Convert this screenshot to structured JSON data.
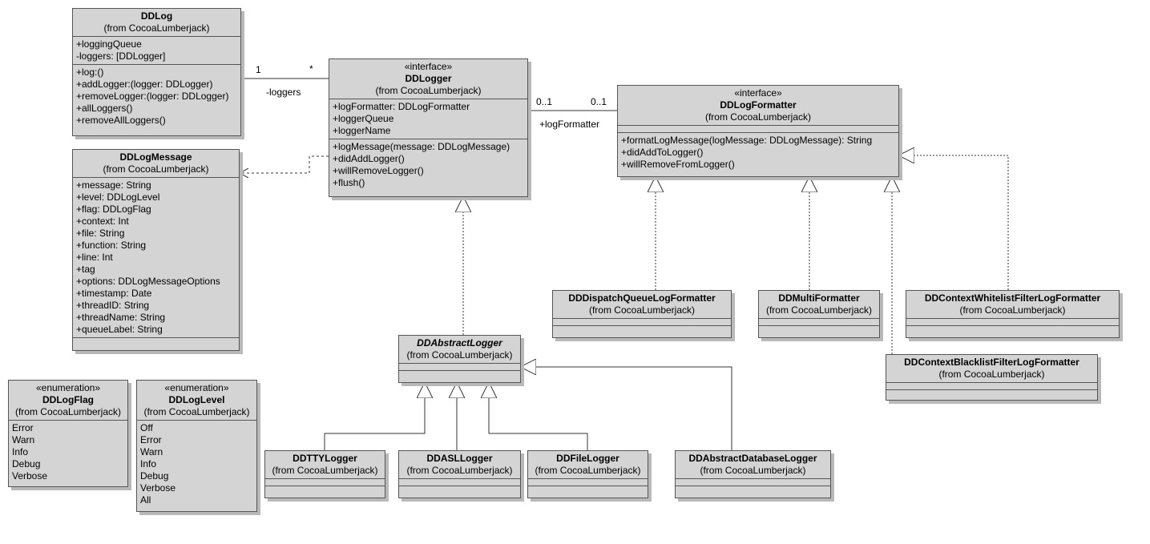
{
  "classes": {
    "ddlog": {
      "name": "DDLog",
      "from": "(from CocoaLumberjack)",
      "attributes": [
        "+loggingQueue",
        "-loggers: [DDLogger]"
      ],
      "operations": [
        "+log:()",
        "+addLogger:(logger: DDLogger)",
        "+removeLogger:(logger: DDLogger)",
        "+allLoggers()",
        "+removeAllLoggers()"
      ]
    },
    "ddlogger": {
      "stereotype": "«interface»",
      "name": "DDLogger",
      "from": "(from CocoaLumberjack)",
      "attributes": [
        "+logFormatter: DDLogFormatter",
        "+loggerQueue",
        "+loggerName"
      ],
      "operations": [
        "+logMessage(message: DDLogMessage)",
        "+didAddLogger()",
        "+willRemoveLogger()",
        "+flush()"
      ]
    },
    "ddlogformatter": {
      "stereotype": "«interface»",
      "name": "DDLogFormatter",
      "from": "(from CocoaLumberjack)",
      "operations": [
        "+formatLogMessage(logMessage: DDLogMessage): String",
        "+didAddToLogger()",
        "+willRemoveFromLogger()"
      ]
    },
    "ddlogmessage": {
      "name": "DDLogMessage",
      "from": "(from CocoaLumberjack)",
      "attributes": [
        "+message: String",
        "+level: DDLogLevel",
        "+flag: DDLogFlag",
        "+context: Int",
        "+file: String",
        "+function: String",
        "+line: Int",
        "+tag",
        "+options: DDLogMessageOptions",
        "+timestamp: Date",
        "+threadID: String",
        "+threadName: String",
        "+queueLabel: String"
      ]
    },
    "ddlogflag": {
      "stereotype": "«enumeration»",
      "name": "DDLogFlag",
      "from": "(from CocoaLumberjack)",
      "literals": [
        "Error",
        "Warn",
        "Info",
        "Debug",
        "Verbose"
      ]
    },
    "ddloglevel": {
      "stereotype": "«enumeration»",
      "name": "DDLogLevel",
      "from": "(from CocoaLumberjack)",
      "literals": [
        "Off",
        "Error",
        "Warn",
        "Info",
        "Debug",
        "Verbose",
        "All"
      ]
    },
    "ddabstractlogger": {
      "name": "DDAbstractLogger",
      "from": "(from CocoaLumberjack)"
    },
    "ddttylogger": {
      "name": "DDTTYLogger",
      "from": "(from CocoaLumberjack)"
    },
    "ddasllogger": {
      "name": "DDASLLogger",
      "from": "(from CocoaLumberjack)"
    },
    "ddfilelogger": {
      "name": "DDFileLogger",
      "from": "(from CocoaLumberjack)"
    },
    "ddabstractdatabaselogger": {
      "name": "DDAbstractDatabaseLogger",
      "from": "(from CocoaLumberjack)"
    },
    "dddispatchqueuelogformatter": {
      "name": "DDDispatchQueueLogFormatter",
      "from": "(from CocoaLumberjack)"
    },
    "ddmultiformatter": {
      "name": "DDMultiFormatter",
      "from": "(from CocoaLumberjack)"
    },
    "ddcontextwhitelistfilterlogformatter": {
      "name": "DDContextWhitelistFilterLogFormatter",
      "from": "(from CocoaLumberjack)"
    },
    "ddcontextblacklistfilterlogformatter": {
      "name": "DDContextBlacklistFilterLogFormatter",
      "from": "(from CocoaLumberjack)"
    }
  },
  "labels": {
    "loggers_mult_ddlog": "1",
    "loggers_mult_ddlogger": "*",
    "loggers_role": "-loggers",
    "formatter_mult_ddlogger": "0..1",
    "formatter_mult_formatter": "0..1",
    "formatter_role": "+logFormatter"
  }
}
